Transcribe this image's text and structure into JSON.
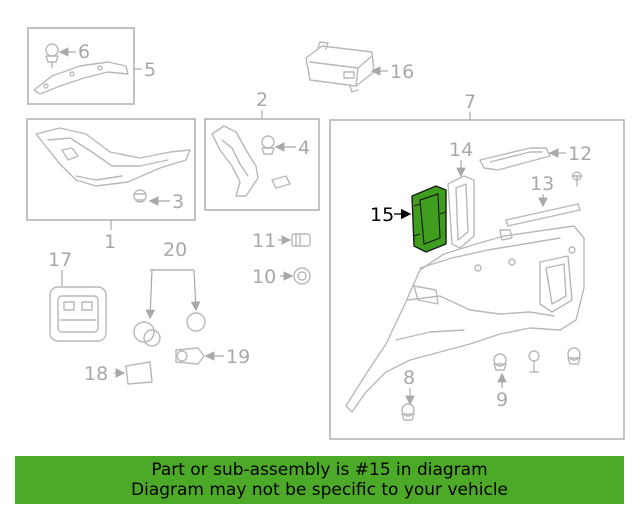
{
  "callouts": {
    "c1": "1",
    "c2": "2",
    "c3": "3",
    "c4": "4",
    "c5": "5",
    "c6": "6",
    "c7": "7",
    "c8": "8",
    "c9": "9",
    "c10": "10",
    "c11": "11",
    "c12": "12",
    "c13": "13",
    "c14": "14",
    "c15": "15",
    "c16": "16",
    "c17": "17",
    "c18": "18",
    "c19": "19",
    "c20": "20"
  },
  "highlight": {
    "part_number": "15",
    "color": "#3f9e1e"
  },
  "banner": {
    "line1": "Part or sub-assembly is #15 in diagram",
    "line2": "Diagram may not be specific to your vehicle",
    "background": "#4caa28"
  }
}
